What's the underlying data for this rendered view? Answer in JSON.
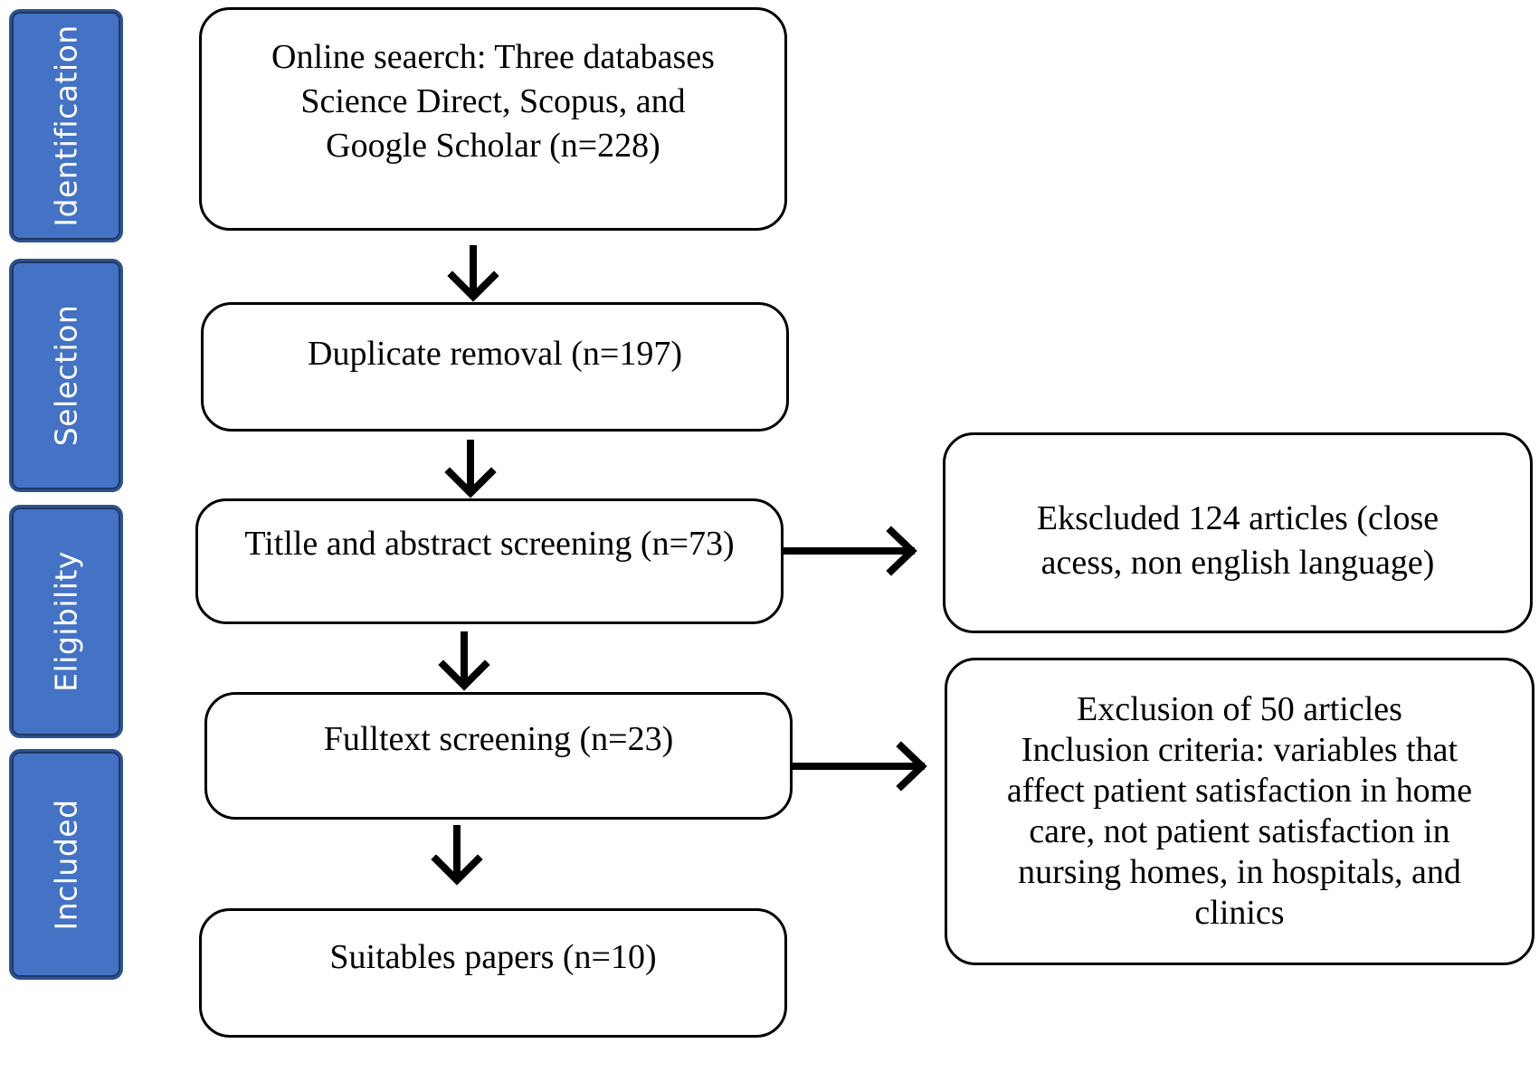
{
  "stages": [
    {
      "id": "identification",
      "label": "Identification"
    },
    {
      "id": "selection",
      "label": "Selection"
    },
    {
      "id": "eligibility",
      "label": "Eligibility"
    },
    {
      "id": "included",
      "label": "Included"
    }
  ],
  "boxes": {
    "online_search": {
      "lines": [
        "Online seaerch: Three databases",
        "Science Direct, Scopus, and",
        "Google Scholar (n=228)"
      ]
    },
    "duplicate_removal": {
      "text": "Duplicate removal (n=197)"
    },
    "title_abstract": {
      "text": "Titlle and abstract screening (n=73)"
    },
    "fulltext": {
      "text": "Fulltext screening (n=23)"
    },
    "suitable": {
      "text": "Suitables papers (n=10)"
    },
    "excluded_124": {
      "lines": [
        "Ekscluded 124 articles (close",
        "acess, non english language)"
      ]
    },
    "exclusion_50": {
      "lines": [
        "Exclusion of 50 articles",
        "Inclusion criteria: variables that",
        "affect patient satisfaction in home",
        "care, not patient satisfaction in",
        "nursing homes, in hospitals, and",
        "clinics"
      ]
    }
  },
  "colors": {
    "stage_fill": "#4472c4",
    "stage_border": "#2f528f",
    "stage_text": "#ffffff",
    "box_border": "#000000"
  }
}
